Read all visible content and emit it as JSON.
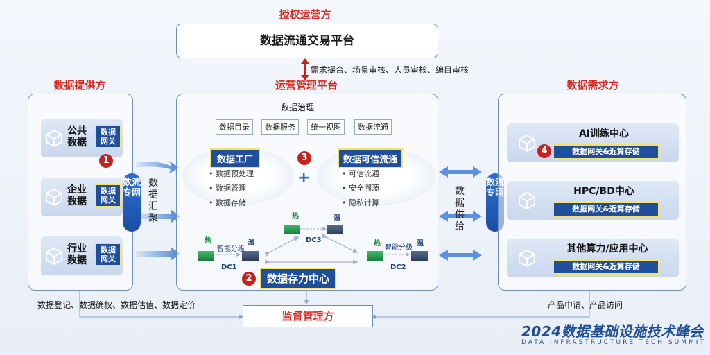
{
  "authority": {
    "title": "授权运营方",
    "platform": "数据流通交易平台"
  },
  "review_text": "需求撮合、场景审核、人员审核、编目审核",
  "provider": {
    "title": "数据提供方",
    "items": [
      {
        "name": "公共数据",
        "gate": "数据网关"
      },
      {
        "name": "企业数据",
        "gate": "数据网关"
      },
      {
        "name": "行业数据",
        "gate": "数据网关"
      }
    ],
    "badge": "1"
  },
  "left_stream": "数流专网",
  "left_converge": "数据汇聚",
  "ops": {
    "title": "运营管理平台",
    "governance": "数据治理",
    "tabs": [
      "数据目录",
      "数据服务",
      "统一视图",
      "数据流通"
    ],
    "factory": {
      "title": "数据工厂",
      "items": [
        "数据预处理",
        "数据管理",
        "数据存储"
      ]
    },
    "trusted": {
      "title": "数据可信流通",
      "items": [
        "可信流通",
        "安全溯源",
        "隐私计算"
      ]
    },
    "plus": "+",
    "badge3": "3",
    "dc": {
      "hot": "热",
      "warm": "温",
      "tiering": "智能分级",
      "dc1": "DC1",
      "dc2": "DC2",
      "dc3": "DC3"
    },
    "storage_center": "数据存力中心",
    "badge2": "2"
  },
  "supply": "数据供给",
  "right_stream": "数流专网",
  "demand": {
    "title": "数据需求方",
    "items": [
      {
        "name": "AI训练中心",
        "gate": "数据网关&近算存储"
      },
      {
        "name": "HPC/BD中心",
        "gate": "数据网关&近算存储"
      },
      {
        "name": "其他算力/应用中心",
        "gate": "数据网关&近算存储"
      }
    ],
    "badge4": "4"
  },
  "bottom_left_text": "数据登记、数据确权、数据估值、数据定价",
  "bottom_right_text": "产品申请、产品访问",
  "supervision": "监督管理方",
  "summit": {
    "title": "2024数据基础设施技术峰会",
    "subtitle": "DATA INFRASTRUCTURE TECH SUMMIT"
  }
}
